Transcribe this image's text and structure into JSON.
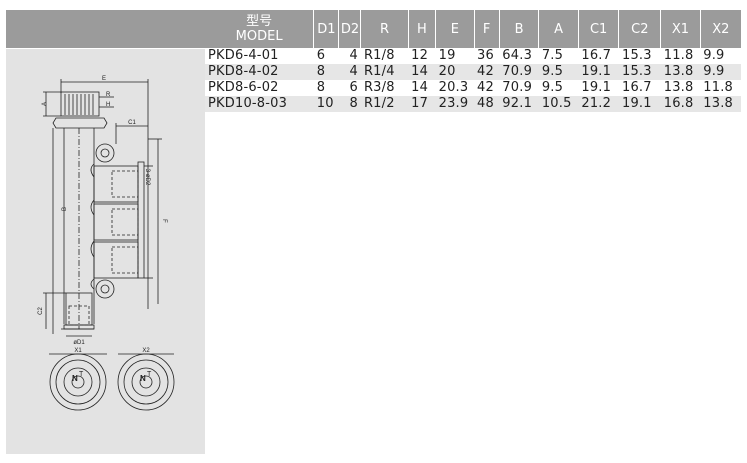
{
  "table": {
    "headers": {
      "model_cn": "型号",
      "model_en": "MODEL",
      "cols": [
        "D1",
        "D2",
        "R",
        "H",
        "E",
        "F",
        "B",
        "A",
        "C1",
        "C2",
        "X1",
        "X2"
      ]
    },
    "rows": [
      {
        "model": "PKD6-4-01",
        "D1": "6",
        "D2": "4",
        "R": "R1/8",
        "H": "12",
        "E": "19",
        "F": "36",
        "B": "64.3",
        "A": "7.5",
        "C1": "16.7",
        "C2": "15.3",
        "X1": "11.8",
        "X2": "9.9"
      },
      {
        "model": "PKD8-4-02",
        "D1": "8",
        "D2": "4",
        "R": "R1/4",
        "H": "14",
        "E": "20",
        "F": "42",
        "B": "70.9",
        "A": "9.5",
        "C1": "19.1",
        "C2": "15.3",
        "X1": "13.8",
        "X2": "9.9"
      },
      {
        "model": "PKD8-6-02",
        "D1": "8",
        "D2": "6",
        "R": "R3/8",
        "H": "14",
        "E": "20.3",
        "F": "42",
        "B": "70.9",
        "A": "9.5",
        "C1": "19.1",
        "C2": "16.7",
        "X1": "13.8",
        "X2": "11.8"
      },
      {
        "model": "PKD10-8-03",
        "D1": "10",
        "D2": "8",
        "R": "R1/2",
        "H": "17",
        "E": "23.9",
        "F": "48",
        "B": "92.1",
        "A": "10.5",
        "C1": "21.2",
        "C2": "19.1",
        "X1": "16.8",
        "X2": "13.8"
      }
    ]
  },
  "drawing": {
    "labels": {
      "E": "E",
      "A": "A",
      "R": "R",
      "H": "H",
      "C1": "C1",
      "B": "B",
      "F": "F",
      "D2": "3-øD2",
      "C2": "C2",
      "D1": "øD1",
      "X1": "X1",
      "X2": "X2",
      "N": "N",
      "T": "T"
    }
  },
  "colors": {
    "header_bg": "#9b9b9b",
    "panel_bg": "#e3e3e3",
    "alt_row_bg": "#e6e6e6"
  }
}
